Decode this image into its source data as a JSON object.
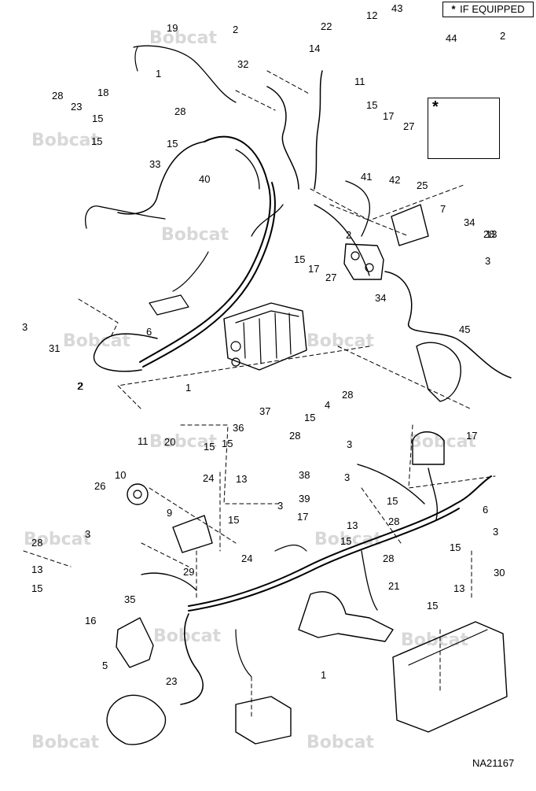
{
  "legend": {
    "star": "*",
    "text": "IF EQUIPPED"
  },
  "inset": {
    "star": "*"
  },
  "doc_number": "NA21167",
  "watermark": "Bobcat",
  "labels": [
    "19",
    "2",
    "22",
    "12",
    "43",
    "44",
    "2",
    "1",
    "32",
    "14",
    "11",
    "28",
    "23",
    "18",
    "15",
    "28",
    "15",
    "15",
    "17",
    "27",
    "8",
    "15",
    "33",
    "40",
    "41",
    "42",
    "25",
    "7",
    "34",
    "2",
    "28",
    "13",
    "3",
    "15",
    "17",
    "27",
    "2",
    "6",
    "34",
    "45",
    "3",
    "31",
    "2",
    "1",
    "37",
    "15",
    "4",
    "28",
    "36",
    "28",
    "20",
    "11",
    "15",
    "15",
    "17",
    "3",
    "10",
    "26",
    "24",
    "13",
    "3",
    "3",
    "38",
    "15",
    "39",
    "13",
    "28",
    "6",
    "9",
    "17",
    "15",
    "3",
    "28",
    "15",
    "24",
    "3",
    "13",
    "15",
    "28",
    "21",
    "15",
    "29",
    "15",
    "30",
    "13",
    "35",
    "16",
    "5",
    "1",
    "23"
  ]
}
